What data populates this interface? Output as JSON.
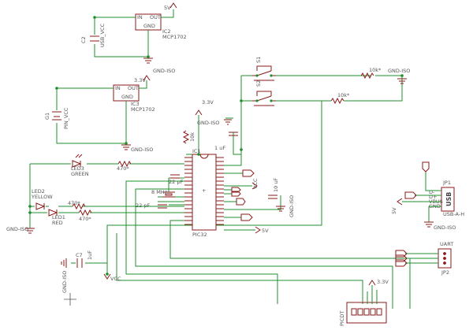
{
  "labels": {
    "v5_top": "5V",
    "ic2_in": "IN",
    "ic2_out": "OUT",
    "ic2_gnd": "GND",
    "ic2_name": "IC2",
    "ic2_part": "MCP1702",
    "c2": "C2",
    "usb_vcc": "USB_VCC",
    "gnd_iso_1": "GND-ISO",
    "v33_a": "3.3V",
    "ic3_in": "IN",
    "ic3_out": "OUT",
    "ic3_gnd": "GND",
    "ic3_name": "IC3",
    "ic3_part": "MCP1702",
    "g1": "G1",
    "pin_vcc": "PIN_VCC",
    "gnd_iso_2": "GND-ISO",
    "s1": "S1",
    "s2": "S2",
    "r_10k_1": "10k*",
    "r_10k_2": "10k*",
    "gnd_iso_top_right": "GND-ISO",
    "v33_b": "3.3V",
    "gnd_iso_3": "GND-ISO",
    "r_10k_3": "10k",
    "c_1uf": "1 uF",
    "ic1": "IC1",
    "ic1_part": "PIC32",
    "led3": "LED3",
    "green": "GREEN",
    "r_470_a": "470*",
    "led2": "LED2",
    "yellow": "YELLOW",
    "led1": "LED1",
    "red": "RED",
    "r_470_b": "470*",
    "r_470_c": "470*",
    "gnd_iso_left": "GND-ISO",
    "cap_22pf_a": "22 pF",
    "cap_22pf_b": "22 pF",
    "xtal": "8 MHz",
    "vcc_mid": "VCC",
    "c_10uf": "10 uF",
    "gnd_iso_mid": "GND-ISO",
    "v5_mid": "5V",
    "jp1": "JP1",
    "usb": "USB",
    "usb_ah": "USB-A-H",
    "vbus": "VBUS",
    "d_plus": "D+",
    "d_minus": "D-",
    "gnd_pin": "GND",
    "v5_right": "5V",
    "gnd_iso_right": "GND-ISO",
    "uart": "UART",
    "jp2": "JP2",
    "c7": "C7",
    "c_1uf_b": "1uF",
    "vcc_bottom": "VCC",
    "gnd_iso_bl": "GND-ISO",
    "v33_c": "3.3V",
    "picdt": "PICDT"
  }
}
